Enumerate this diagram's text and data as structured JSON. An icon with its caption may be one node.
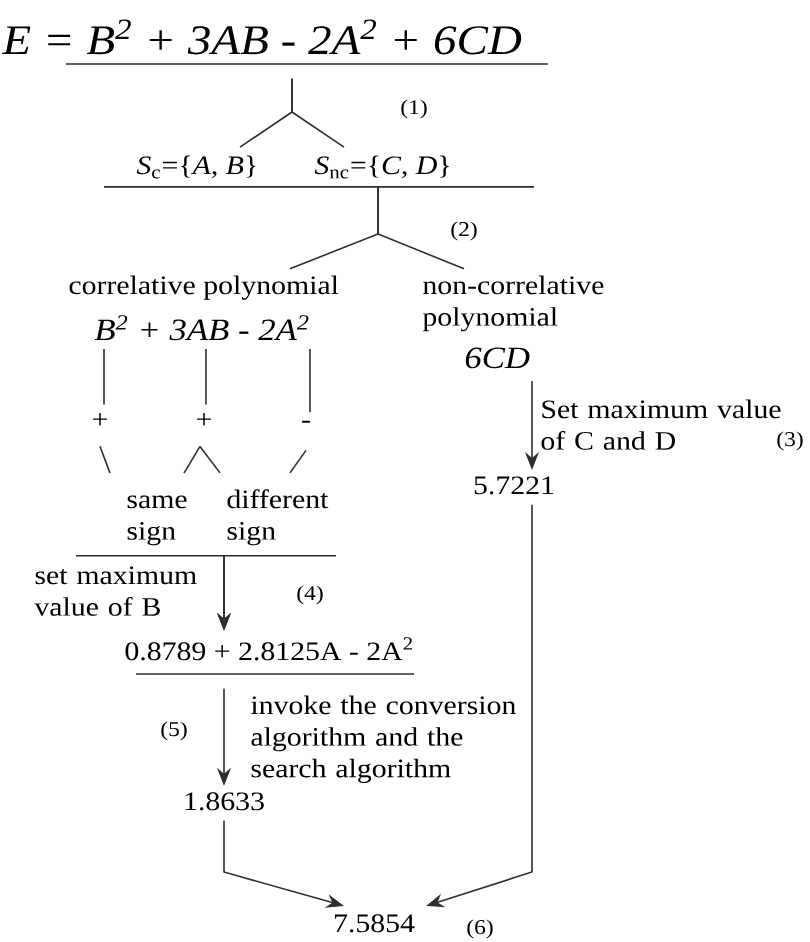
{
  "diagram": {
    "nodes": [
      {
        "text": [
          "E = B$^{2}$ + 3AB - 2A$^{2}$ + 6CD"
        ]
      },
      {
        "text": [
          "*S*$_{c}$={*A*, *B*}"
        ]
      },
      {
        "text": [
          "*S*$_{nc}$={*C*, *D*}"
        ]
      },
      {
        "text": [
          "correlative polynomial",
          "B$^{2}$ + 3AB - 2A$^{2}$"
        ]
      },
      {
        "text": [
          "non-correlative polynomial",
          "6CD"
        ]
      },
      {
        "text": [
          "+"
        ]
      },
      {
        "text": [
          "+"
        ]
      },
      {
        "text": [
          "-"
        ]
      },
      {
        "text": [
          "5.7221"
        ]
      },
      {
        "text": [
          "same sign"
        ]
      },
      {
        "text": [
          "different sign"
        ]
      },
      {
        "text": [
          "0.8789 + 2.8125A - 2A$^{2}$"
        ]
      },
      {
        "text": [
          "1.8633"
        ]
      },
      {
        "text": [
          "7.5854"
        ]
      }
    ],
    "edges": [
      {
        "from": 0,
        "to": 1,
        "arrow": "none"
      },
      {
        "from": 0,
        "to": 2,
        "arrow": "none"
      },
      {
        "from": 1,
        "to": 3,
        "arrow": "none"
      },
      {
        "from": 2,
        "to": 4,
        "arrow": "none"
      },
      {
        "from": 3,
        "to": 5,
        "arrow": "none"
      },
      {
        "from": 3,
        "to": 6,
        "arrow": "none"
      },
      {
        "from": 3,
        "to": 7,
        "arrow": "none"
      },
      {
        "from": 4,
        "to": 8,
        "arrow": "to",
        "label": "Set maximum value of C and D"
      },
      {
        "from": 5,
        "to": 9,
        "arrow": "none"
      },
      {
        "from": 6,
        "to": 9,
        "arrow": "none"
      },
      {
        "from": 6,
        "to": 10,
        "arrow": "none"
      },
      {
        "from": 7,
        "to": 10,
        "arrow": "none"
      },
      {
        "from": 9,
        "to": 11,
        "arrow": "to",
        "label": "set maximum value of B"
      },
      {
        "from": 10,
        "to": 11,
        "arrow": "to"
      },
      {
        "from": 11,
        "to": 12,
        "arrow": "to",
        "label": "invoke the conversion algorithm and the search algorithm"
      },
      {
        "from": 12,
        "to": 13,
        "arrow": "to"
      },
      {
        "from": 8,
        "to": 13,
        "arrow": "to"
      }
    ],
    "labels": [
      "(1)",
      "(2)",
      "(3)",
      "(4)",
      "(5)",
      "(6)"
    ]
  }
}
